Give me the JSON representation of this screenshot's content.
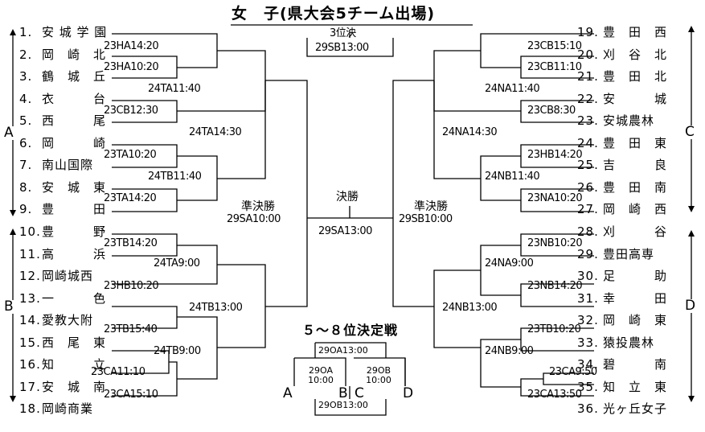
{
  "title": "女　子(県大会5チーム出場)",
  "teams_left": [
    {
      "num": "1.",
      "name": "安 城 学 園"
    },
    {
      "num": "2.",
      "name": "岡　崎　北"
    },
    {
      "num": "3.",
      "name": "鶴　城　丘"
    },
    {
      "num": "4.",
      "name": "衣　　　台"
    },
    {
      "num": "5.",
      "name": "西　　　尾"
    },
    {
      "num": "6.",
      "name": "岡　　　崎"
    },
    {
      "num": "7.",
      "name": "南山国際"
    },
    {
      "num": "8.",
      "name": "安　城　東"
    },
    {
      "num": "9.",
      "name": "豊　　　田"
    },
    {
      "num": "10.",
      "name": "豊　　　野"
    },
    {
      "num": "11.",
      "name": "高　　　浜"
    },
    {
      "num": "12.",
      "name": "岡崎城西"
    },
    {
      "num": "13.",
      "name": "一　　　色"
    },
    {
      "num": "14.",
      "name": "愛教大附"
    },
    {
      "num": "15.",
      "name": "西　尾　東"
    },
    {
      "num": "16.",
      "name": "知　　　立"
    },
    {
      "num": "17.",
      "name": "安　城　南"
    },
    {
      "num": "18.",
      "name": "岡崎商業"
    }
  ],
  "teams_right": [
    {
      "num": "19.",
      "name": "豊　田　西"
    },
    {
      "num": "20.",
      "name": "刈　谷　北"
    },
    {
      "num": "21.",
      "name": "豊　田　北"
    },
    {
      "num": "22.",
      "name": "安　　　城"
    },
    {
      "num": "23.",
      "name": "安城農林"
    },
    {
      "num": "24.",
      "name": "豊　田　東"
    },
    {
      "num": "25.",
      "name": "吉　　　良"
    },
    {
      "num": "26.",
      "name": "豊　田　南"
    },
    {
      "num": "27.",
      "name": "岡　崎　西"
    },
    {
      "num": "28.",
      "name": "刈　　　谷"
    },
    {
      "num": "29.",
      "name": "豊田高専"
    },
    {
      "num": "30.",
      "name": "足　　　助"
    },
    {
      "num": "31.",
      "name": "幸　　　田"
    },
    {
      "num": "32.",
      "name": "岡　崎　東"
    },
    {
      "num": "33.",
      "name": "猿投農林"
    },
    {
      "num": "34.",
      "name": "碧　　　南"
    },
    {
      "num": "35.",
      "name": "知　立　東"
    },
    {
      "num": "36.",
      "name": "光ヶ丘女子"
    }
  ],
  "groups": {
    "A": "A",
    "B": "B",
    "C": "C",
    "D": "D"
  },
  "matches": {
    "ha1420": "23HA14:20",
    "ha1020": "23HA10:20",
    "ta1140": "24TA11:40",
    "cb1230": "23CB12:30",
    "ta1430": "24TA14:30",
    "ta1020": "23TA10:20",
    "tb1140": "24TB11:40",
    "ta1420_23": "23TA14:20",
    "tb1420": "23TB14:20",
    "ta900": "24TA9:00",
    "hb1020": "23HB10:20",
    "tb1300": "24TB13:00",
    "tb1540": "23TB15:40",
    "tb900": "24TB9:00",
    "ca1110": "23CA11:10",
    "ca1510": "23CA15:10",
    "cb1510": "23CB15:10",
    "cb1110": "23CB11:10",
    "na1140": "24NA11:40",
    "cb830": "23CB8:30",
    "na1430": "24NA14:30",
    "hb1420": "23HB14:20",
    "nb1140": "24NB11:40",
    "na1020": "23NA10:20",
    "nb2820": "23NB10:20",
    "na900": "24NA9:00",
    "nb1420": "23NB14:20",
    "nb1300": "24NB13:00",
    "tb1020": "23TB10:20",
    "nb900": "24NB9:00",
    "ca950": "23CA9:50",
    "ca1350": "23CA13:50"
  },
  "semis": {
    "left_label": "準決勝",
    "left_time": "29SA10:00",
    "right_label": "準決勝",
    "right_time": "29SB10:00"
  },
  "final": {
    "label": "決勝",
    "time": "29SA13:00"
  },
  "third": {
    "label": "3位決",
    "time": "29SB13:00"
  },
  "placement": {
    "title": "５～８位決定戦",
    "top": "29OA13:00",
    "oa_name": "29OA",
    "oa_time": "10:00",
    "ob_name": "29OB",
    "ob_time": "10:00",
    "bottom": "29OB13:00",
    "a": "A",
    "b": "B",
    "c": "C",
    "d": "D"
  }
}
